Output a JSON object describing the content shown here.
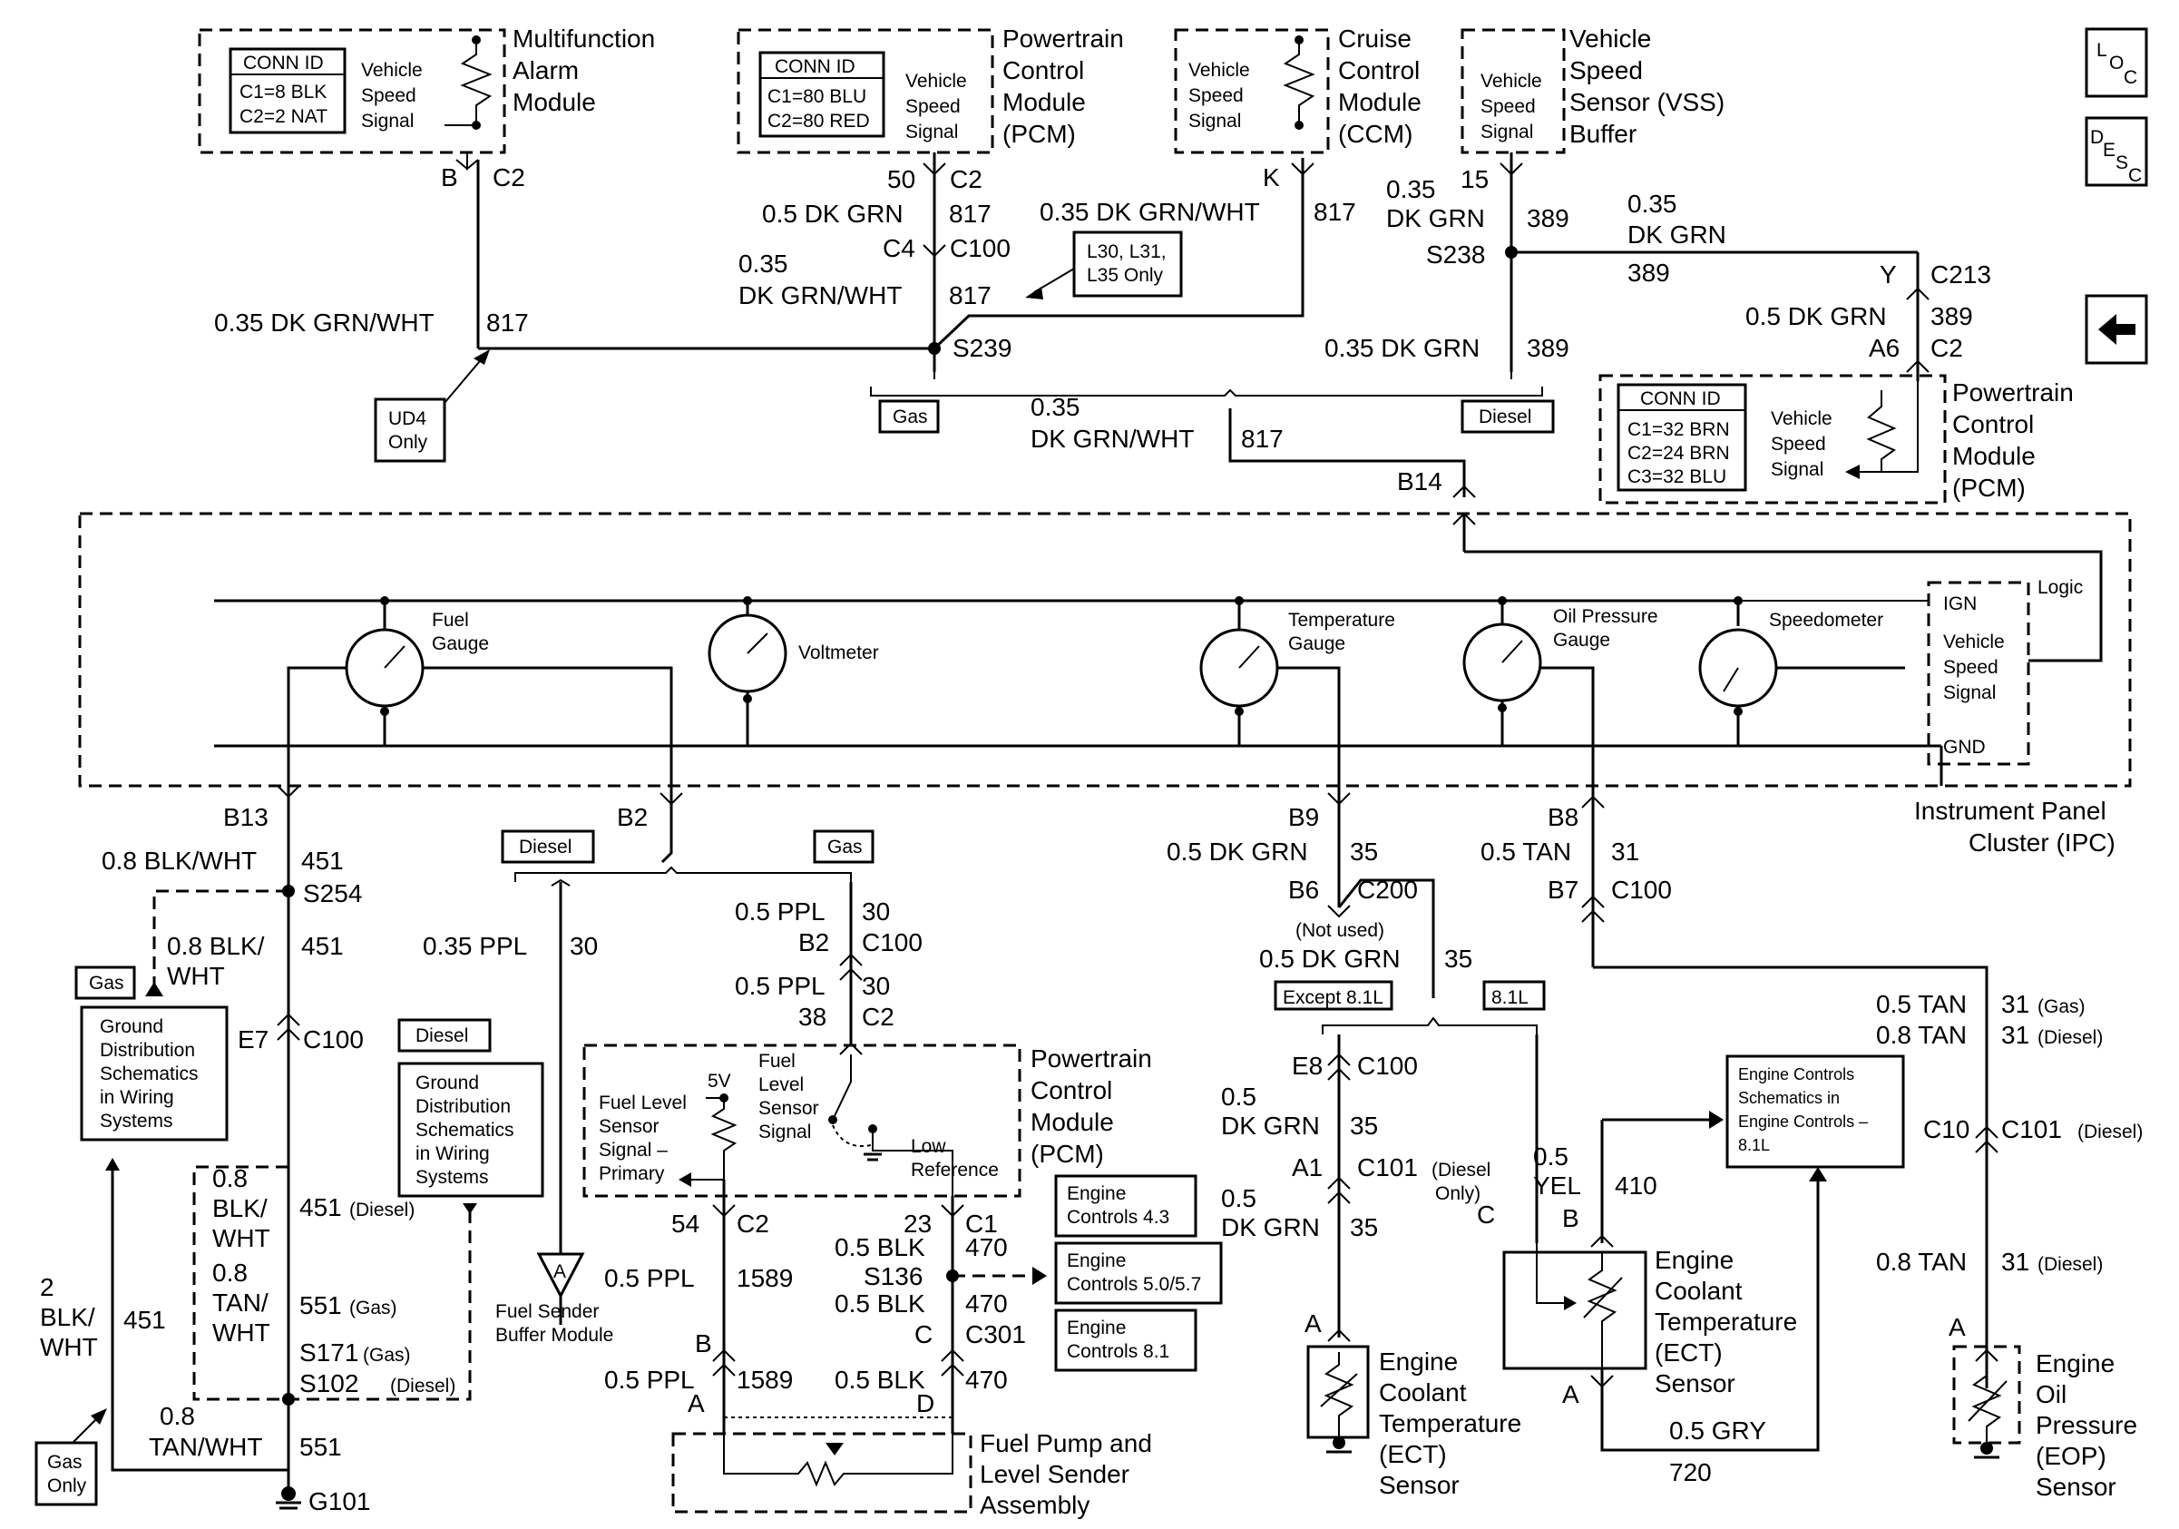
{
  "nav": {
    "loc": "LOC",
    "desc": "DESC",
    "back": "←"
  },
  "conn": {
    "id": "CONN ID",
    "mam": [
      "C1=8 BLK",
      "C2=2 NAT"
    ],
    "pcm1": [
      "C1=80 BLU",
      "C2=80 RED"
    ],
    "pcm2": [
      "C1=32 BRN",
      "C2=24 BRN",
      "C3=32 BLU"
    ]
  },
  "vss": [
    "Vehicle",
    "Speed",
    "Signal"
  ],
  "modules": {
    "mam": [
      "Multifunction",
      "Alarm",
      "Module"
    ],
    "pcm": [
      "Powertrain",
      "Control",
      "Module",
      "(PCM)"
    ],
    "ccm": [
      "Cruise",
      "Control",
      "Module",
      "(CCM)"
    ],
    "vssb": [
      "Vehicle",
      "Speed",
      "Sensor (VSS)",
      "Buffer"
    ],
    "ipc": [
      "Instrument Panel",
      "Cluster (IPC)"
    ],
    "fuelpump": [
      "Fuel Pump and",
      "Level Sender",
      "Assembly"
    ],
    "ect1": [
      "Engine",
      "Coolant",
      "Temperature",
      "(ECT)",
      "Sensor"
    ],
    "ect2": [
      "Engine",
      "Coolant",
      "Temperature",
      "(ECT)",
      "Sensor"
    ],
    "eop": [
      "Engine",
      "Oil",
      "Pressure",
      "(EOP)",
      "Sensor"
    ],
    "fsbm": [
      "Fuel Sender",
      "Buffer Module"
    ]
  },
  "gauges": {
    "fuel": [
      "Fuel",
      "Gauge"
    ],
    "volt": "Voltmeter",
    "temp": [
      "Temperature",
      "Gauge"
    ],
    "oil": [
      "Oil Pressure",
      "Gauge"
    ],
    "speedo": "Speedometer"
  },
  "logic": {
    "title": "Logic",
    "ign": "IGN",
    "vss": [
      "Vehicle",
      "Speed",
      "Signal"
    ],
    "gnd": "GND"
  },
  "notes": {
    "ud4": [
      "UD4",
      "Only"
    ],
    "l30": [
      "L30, L31,",
      "L35 Only"
    ],
    "gas": "Gas",
    "diesel": "Diesel",
    "gasOnly": [
      "Gas",
      "Only"
    ],
    "ground": [
      "Ground",
      "Distribution",
      "Schematics",
      "in Wiring",
      "Systems"
    ],
    "ec43": [
      "Engine",
      "Controls 4.3"
    ],
    "ec50": [
      "Engine",
      "Controls 5.0/5.7"
    ],
    "ec81": [
      "Engine",
      "Controls 8.1"
    ],
    "ecs81": [
      "Engine Controls",
      "Schematics in",
      "Engine Controls –",
      "8.1L"
    ],
    "except81": "Except 8.1L",
    "l81": "8.1L",
    "notused": "(Not used)",
    "dieselOnly": [
      "(Diesel",
      "Only)"
    ]
  },
  "pcmFuel": {
    "fls": [
      "Fuel Level",
      "Sensor",
      "Signal –",
      "Primary"
    ],
    "five": "5V",
    "fuelLevel": [
      "Fuel",
      "Level",
      "Sensor",
      "Signal"
    ],
    "lowRef": [
      "Low",
      "Reference"
    ]
  },
  "labels": {
    "b": "B",
    "c2": "C2",
    "n50": "50",
    "dkgrn05": "0.5 DK GRN",
    "w817": "817",
    "c4": "C4",
    "c100": "C100",
    "dkgrnwht035a": "0.35",
    "dkgrnwht035b": "DK GRN/WHT",
    "dkgrnwht035": "0.35 DK GRN/WHT",
    "k": "K",
    "n15": "15",
    "dkgrn": "DK GRN",
    "w389": "389",
    "s238": "S238",
    "y": "Y",
    "c213": "C213",
    "a6": "A6",
    "s239": "S239",
    "dkgrn035": "0.35 DK GRN",
    "b14": "B14",
    "b13": "B13",
    "blkwht08": "0.8 BLK/WHT",
    "w451": "451",
    "s254": "S254",
    "blkwht08b": [
      "0.8 BLK/",
      "WHT"
    ],
    "e7": "E7",
    "b2": "B2",
    "ppl035": "0.35 PPL",
    "w30": "30",
    "ppl05": "0.5 PPL",
    "n38": "38",
    "b9": "B9",
    "w35": "35",
    "b6": "B6",
    "c200": "C200",
    "b8": "B8",
    "tan05": "0.5 TAN",
    "w31": "31",
    "b7": "B7",
    "e8": "E8",
    "n05": "0.5",
    "a1": "A1",
    "c101d": "C101",
    "yel05": [
      "0.5",
      "YEL"
    ],
    "w410": "410",
    "c": "C",
    "tan05g": "0.5 TAN",
    "gasSm": "(Gas)",
    "tan08": "0.8 TAN",
    "dieselSm": "(Diesel)",
    "c10": "C10",
    "c101": "C101",
    "blkwhtTan": [
      "0.8",
      "BLK/",
      "WHT",
      "0.8",
      "TAN/",
      "WHT"
    ],
    "w551": "551",
    "s171": "S171",
    "s102": "S102",
    "blk2": [
      "2",
      "BLK/",
      "WHT"
    ],
    "tanwht08": [
      "0.8",
      "TAN/WHT"
    ],
    "g101": "G101",
    "n54": "54",
    "w1589": "1589",
    "n23": "23",
    "c1": "C1",
    "blk05": "0.5 BLK",
    "w470": "470",
    "s136": "S136",
    "c301": "C301",
    "a": "A",
    "d": "D",
    "gry05": "0.5 GRY",
    "w720": "720"
  }
}
